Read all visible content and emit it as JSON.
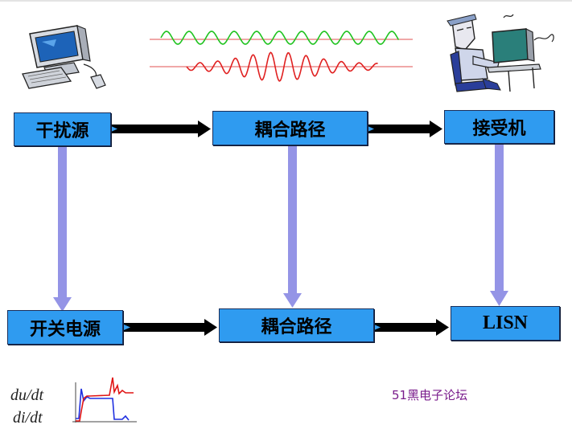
{
  "nodes": {
    "source": "干扰源",
    "coupling_top": "耦合路径",
    "receiver": "接受机",
    "switching_power": "开关电源",
    "coupling_bottom": "耦合路径",
    "lisn": "LISN"
  },
  "formulas": {
    "du_dt": "du/dt",
    "di_dt": "di/dt"
  },
  "watermark": "51黑电子论坛",
  "colors": {
    "box_fill": "#2f9bf0",
    "vertical_arrow": "#9494e6",
    "horizontal_arrow": "#000000",
    "wave_green": "#1fc31f",
    "wave_red": "#e02020",
    "pulse_blue": "#1f2fe0",
    "pulse_red": "#e01515"
  },
  "icons": {
    "computer": "computer-icon",
    "user_at_computer": "user-at-computer-icon",
    "waves": "interference-waves-icon",
    "pulse": "pulse-waveform-icon"
  }
}
